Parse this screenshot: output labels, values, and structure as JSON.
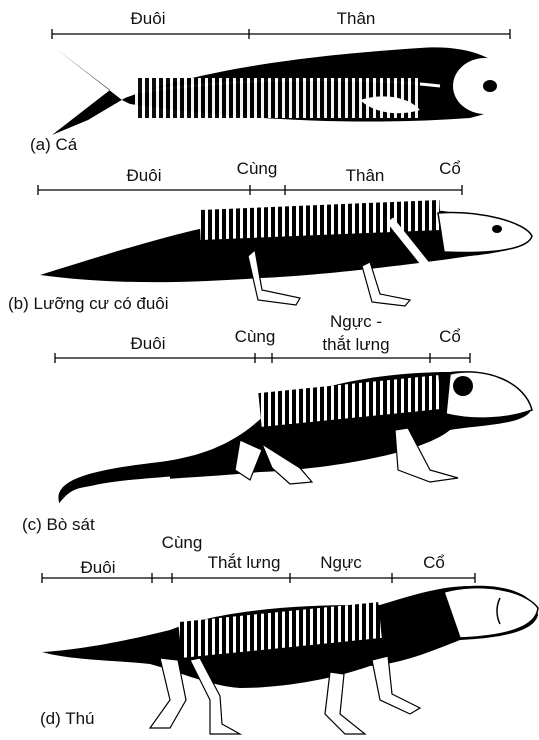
{
  "panels": [
    {
      "caption": "(a) Cá",
      "regions": [
        "Đuôi",
        "Thân"
      ]
    },
    {
      "caption": "(b) Lưỡng cư có đuôi",
      "regions": [
        "Đuôi",
        "Cùng",
        "Thân",
        "Cổ"
      ]
    },
    {
      "caption": "(c) Bò sát",
      "regions": [
        "Đuôi",
        "Cùng",
        "Ngực -",
        "thắt lưng",
        "Cổ"
      ]
    },
    {
      "caption": "(d) Thú",
      "regions": [
        "Cùng",
        "Đuôi",
        "Thắt lưng",
        "Ngực",
        "Cổ"
      ]
    }
  ]
}
